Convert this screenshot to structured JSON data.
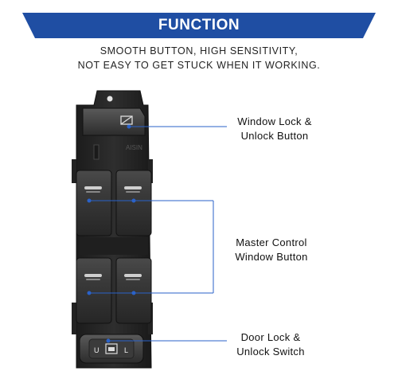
{
  "banner": {
    "title": "FUNCTION",
    "color": "#1f4ea3"
  },
  "subtitle": {
    "line1": "SMOOTH BUTTON, HIGH SENSITIVITY,",
    "line2": "NOT EASY TO GET STUCK WHEN IT WORKING."
  },
  "callouts": [
    {
      "line1": "Window Lock &",
      "line2": "Unlock Button"
    },
    {
      "line1": "Master Control",
      "line2": "Window Button"
    },
    {
      "line1": "Door Lock &",
      "line2": "Unlock Switch"
    }
  ],
  "switch": {
    "body_color": "#2a2a2a",
    "button_color": "#3a3a3a",
    "callout_line_color": "#2a62c9",
    "lock_letter": "L",
    "unlock_letter": "U",
    "embossed_text": "AISIN"
  }
}
